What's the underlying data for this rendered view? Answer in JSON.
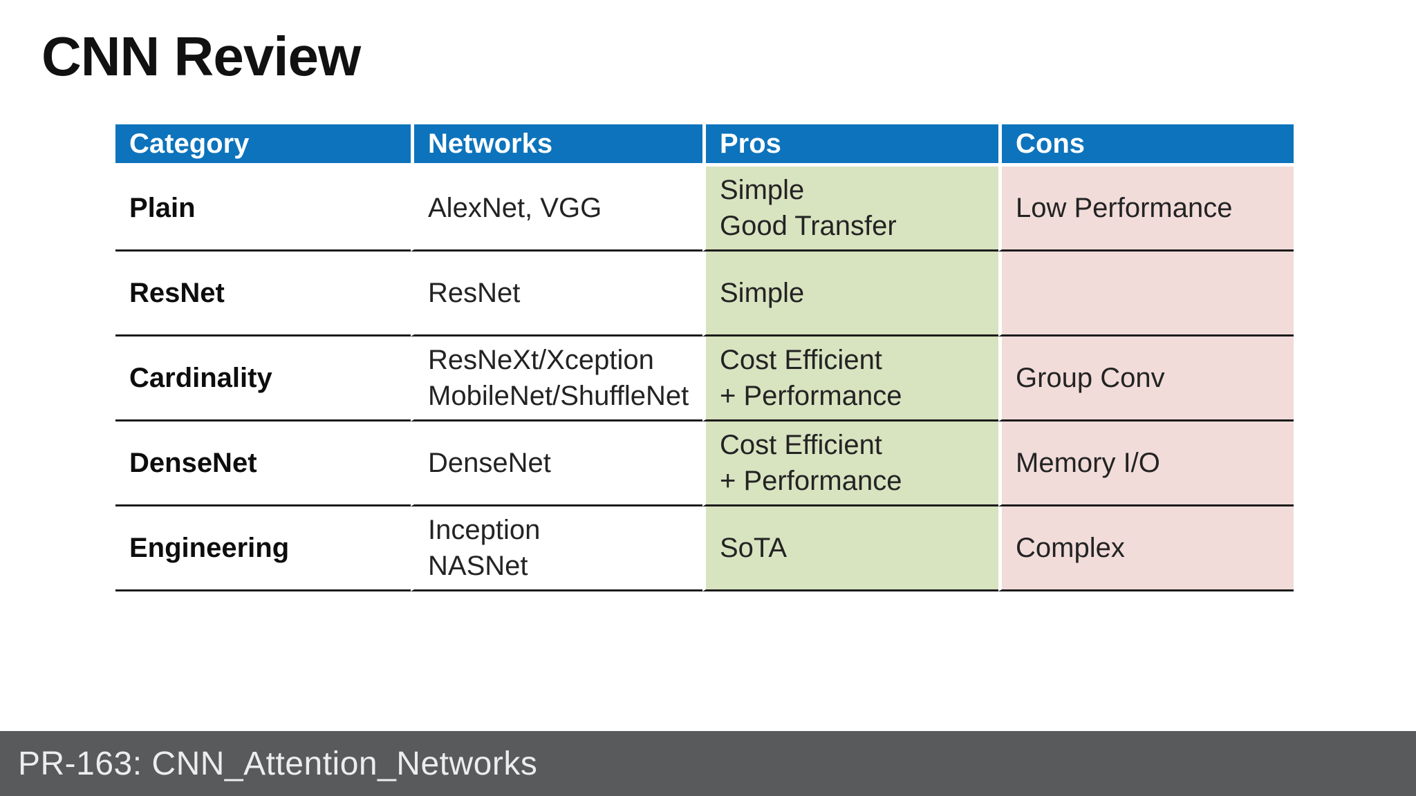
{
  "slide": {
    "title": "CNN Review"
  },
  "table": {
    "headers": [
      "Category",
      "Networks",
      "Pros",
      "Cons"
    ],
    "rows": [
      {
        "category": "Plain",
        "networks": [
          "AlexNet, VGG"
        ],
        "pros": [
          "Simple",
          "Good Transfer"
        ],
        "cons": [
          "Low Performance"
        ]
      },
      {
        "category": "ResNet",
        "networks": [
          "ResNet"
        ],
        "pros": [
          "Simple"
        ],
        "cons": []
      },
      {
        "category": "Cardinality",
        "networks": [
          "ResNeXt/Xception",
          "MobileNet/ShuffleNet"
        ],
        "pros": [
          "Cost Efficient",
          "+ Performance"
        ],
        "cons": [
          "Group Conv"
        ]
      },
      {
        "category": "DenseNet",
        "networks": [
          "DenseNet"
        ],
        "pros": [
          "Cost Efficient",
          "+ Performance"
        ],
        "cons": [
          "Memory I/O"
        ]
      },
      {
        "category": "Engineering",
        "networks": [
          "Inception",
          "NASNet"
        ],
        "pros": [
          "SoTA"
        ],
        "cons": [
          "Complex"
        ]
      }
    ],
    "colors": {
      "header_bg": "#0d73bc",
      "header_text": "#ffffff",
      "pros_bg": "#d8e3c0",
      "cons_bg": "#f1dcda",
      "row_divider": "#1a1a1a",
      "body_text": "#232323"
    }
  },
  "footer_bar": {
    "text": "PR-163: CNN_Attention_Networks",
    "bg": "#595a5b",
    "text_color": "#ededee"
  }
}
